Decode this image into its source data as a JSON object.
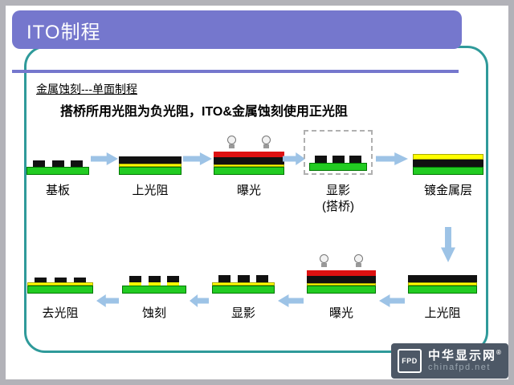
{
  "slide": {
    "title": "ITO制程",
    "heading1": "金属蚀刻---单面制程",
    "heading2": "搭桥所用光阻为负光阻，ITO&金属蚀刻使用正光阻"
  },
  "colors": {
    "title_bg": "#7577cd",
    "frame_border": "#2f9a9a",
    "arrow": "#9dc3e6",
    "wm_bg": "#4d5866",
    "substrate_green": "#22cc22",
    "resist_black": "#111111",
    "metal_yellow": "#ffff00",
    "mask_red": "#dd1111"
  },
  "process": {
    "top_row": [
      {
        "label": "基板",
        "layers": [
          {
            "t": "seg",
            "c": "#111111",
            "h": 8,
            "n": 3
          },
          {
            "t": "bar",
            "c": "#22cc22",
            "h": 10,
            "bd": "#007700"
          }
        ]
      },
      {
        "label": "上光阻",
        "layers": [
          {
            "t": "bar",
            "c": "#111111",
            "h": 9
          },
          {
            "t": "bar",
            "c": "#ffff00",
            "h": 4,
            "bd": "#aaaa00"
          },
          {
            "t": "bar",
            "c": "#22cc22",
            "h": 10,
            "bd": "#007700"
          }
        ]
      },
      {
        "label": "曝光",
        "bulbs": true,
        "layers": [
          {
            "t": "bar",
            "c": "#dd1111",
            "h": 7
          },
          {
            "t": "bar",
            "c": "#111111",
            "h": 9
          },
          {
            "t": "bar",
            "c": "#ffff00",
            "h": 3,
            "bd": "#aaaa00"
          },
          {
            "t": "bar",
            "c": "#22cc22",
            "h": 10,
            "bd": "#007700"
          }
        ]
      },
      {
        "label": "显影",
        "sublabel": "(搭桥)",
        "dashed": true,
        "layers": [
          {
            "t": "seg",
            "c": "#111111",
            "h": 9,
            "n": 3
          },
          {
            "t": "bar",
            "c": "#22cc22",
            "h": 10,
            "bd": "#007700"
          }
        ]
      },
      {
        "label": "镀金属层",
        "layers": [
          {
            "t": "bar",
            "c": "#ffff00",
            "h": 7,
            "bd": "#aaaa00"
          },
          {
            "t": "bar",
            "c": "#111111",
            "h": 9
          },
          {
            "t": "bar",
            "c": "#22cc22",
            "h": 10,
            "bd": "#007700"
          }
        ]
      }
    ],
    "bottom_row": [
      {
        "label": "去光阻",
        "layers": [
          {
            "t": "seg",
            "c": "#111111",
            "h": 6,
            "n": 3
          },
          {
            "t": "bar",
            "c": "#ffff00",
            "h": 4,
            "bd": "#aaaa00"
          },
          {
            "t": "bar",
            "c": "#22cc22",
            "h": 10,
            "bd": "#007700"
          }
        ]
      },
      {
        "label": "蚀刻",
        "layers": [
          {
            "t": "seg",
            "c": "#111111",
            "h": 8,
            "n": 3
          },
          {
            "t": "seg",
            "c": "#ffff00",
            "h": 4,
            "n": 3
          },
          {
            "t": "bar",
            "c": "#22cc22",
            "h": 10,
            "bd": "#007700"
          }
        ]
      },
      {
        "label": "显影",
        "layers": [
          {
            "t": "seg",
            "c": "#111111",
            "h": 9,
            "n": 3
          },
          {
            "t": "bar",
            "c": "#ffff00",
            "h": 4,
            "bd": "#aaaa00"
          },
          {
            "t": "bar",
            "c": "#22cc22",
            "h": 10,
            "bd": "#007700"
          }
        ]
      },
      {
        "label": "曝光",
        "bulbs": true,
        "layers": [
          {
            "t": "bar",
            "c": "#dd1111",
            "h": 7
          },
          {
            "t": "bar",
            "c": "#111111",
            "h": 9
          },
          {
            "t": "bar",
            "c": "#ffff00",
            "h": 3,
            "bd": "#aaaa00"
          },
          {
            "t": "bar",
            "c": "#22cc22",
            "h": 10,
            "bd": "#007700"
          }
        ]
      },
      {
        "label": "上光阻",
        "layers": [
          {
            "t": "bar",
            "c": "#111111",
            "h": 9
          },
          {
            "t": "bar",
            "c": "#ffff00",
            "h": 4,
            "bd": "#aaaa00"
          },
          {
            "t": "bar",
            "c": "#22cc22",
            "h": 10,
            "bd": "#007700"
          }
        ]
      }
    ]
  },
  "watermark": {
    "logo_text": "FPD",
    "site_name": "中华显示网",
    "reg_mark": "®",
    "site_url": "chinafpd.net"
  }
}
